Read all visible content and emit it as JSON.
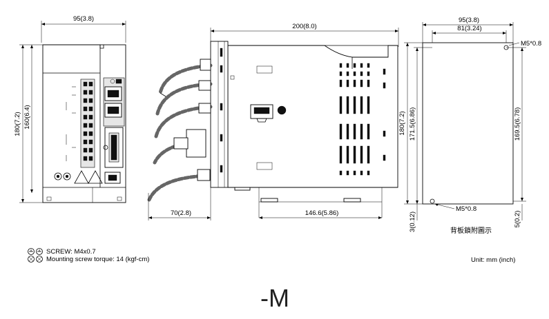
{
  "front_view": {
    "width_dim": "95(3.8)",
    "height_dim_outer": "180(7.2)",
    "height_dim_inner": "160(6.4)"
  },
  "side_view": {
    "depth_dim": "200(8.0)",
    "cable_dim": "70(2.8)",
    "mount_dim": "146.6(5.86)"
  },
  "back_view": {
    "width_dim_outer": "95(3.8)",
    "width_dim_inner": "81(3.24)",
    "screw_top": "M5*0.8",
    "screw_bottom": "M5*0.8",
    "height_dim_outer": "180(7.2)",
    "height_dim_mid": "171.5(6.86)",
    "height_dim_right": "169.5(6.78)",
    "bottom_dim_left": "3(0.12)",
    "bottom_dim_right": "5(0.2)",
    "caption": "背板鎖附圖示"
  },
  "notes": {
    "screw": "SCREW: M4x0.7",
    "torque": "Mounting screw torque: 14 (kgf-cm)",
    "unit": "Unit: mm (inch)"
  },
  "model_suffix": "-M",
  "colors": {
    "line": "#000000",
    "cable": "#666666",
    "fill": "#ffffff"
  },
  "icons": [
    "ground-symbol-icon",
    "screw-head-icon"
  ]
}
